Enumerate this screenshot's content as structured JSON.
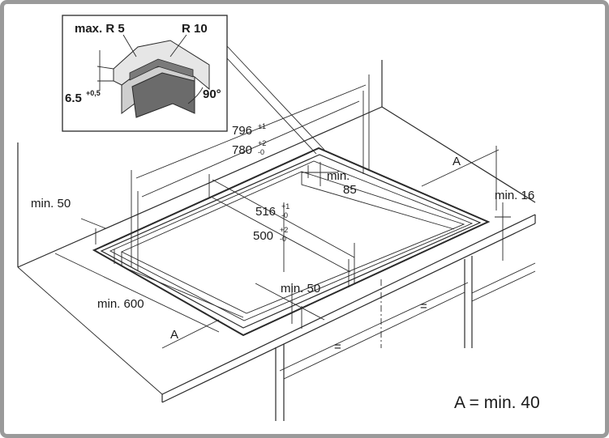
{
  "labels": {
    "max_r5": "max. R 5",
    "r10": "R 10",
    "depth_main": "6.5",
    "depth_tol": "+0,5",
    "angle": "90°",
    "w796": "796",
    "w796_tol": "±1",
    "w780": "780",
    "w780_tol_top": "+2",
    "w780_tol_bot": "-0",
    "d516": "516",
    "d516_tol_top": "+1",
    "d516_tol_bot": "-0",
    "d500": "500",
    "d500_tol_top": "+2",
    "d500_tol_bot": "-0",
    "min85_a": "min.",
    "min85_b": "85",
    "min16": "min. 16",
    "min50_left": "min. 50",
    "min50_front": "min. 50",
    "min600": "min. 600",
    "a_right": "A",
    "a_left": "A",
    "eq_right": "=",
    "eq_bottom": "=",
    "footnote": "A = min. 40"
  }
}
